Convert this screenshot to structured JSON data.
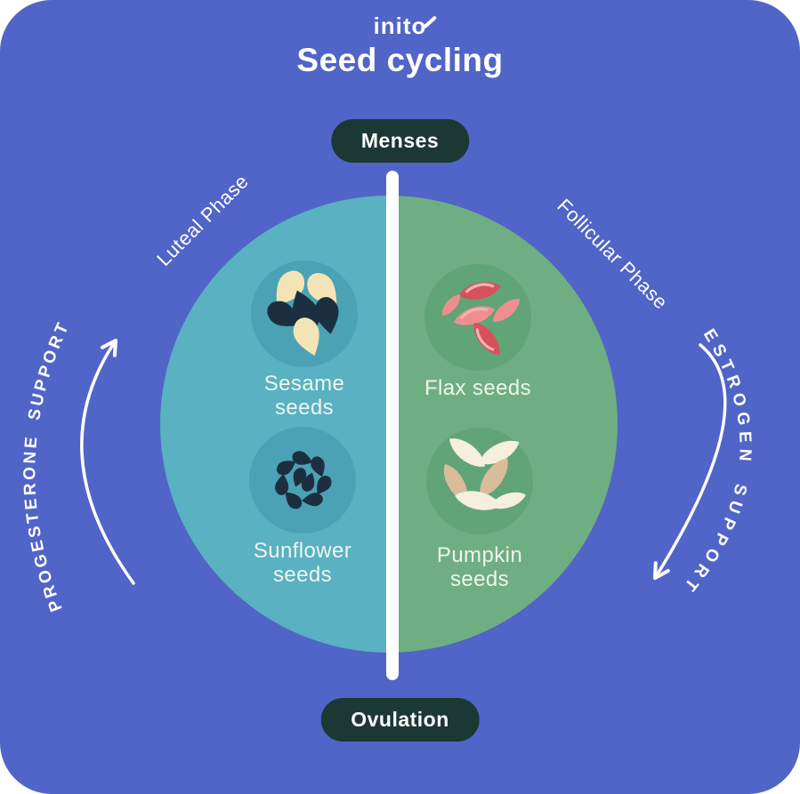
{
  "header": {
    "logo_text": "inito",
    "title": "Seed cycling"
  },
  "badges": {
    "top": "Menses",
    "bottom": "Ovulation"
  },
  "phase_labels": {
    "left": "Luteal Phase",
    "right": "Follicular Phase"
  },
  "support_labels": {
    "left": "PROGESTERONE SUPPORT",
    "right": "ESTROGEN SUPPORT"
  },
  "seeds": {
    "sesame": {
      "label": "Sesame\nseeds"
    },
    "flax": {
      "label": "Flax seeds"
    },
    "sunflower": {
      "label": "Sunflower\nseeds"
    },
    "pumpkin": {
      "label": "Pumpkin\nseeds"
    }
  },
  "colors": {
    "background": "#5164c7",
    "pill_bg": "#1c3834",
    "left_half": "#59b1c2",
    "left_inner": "#4aa2b4",
    "right_half": "#6fae82",
    "right_inner": "#61a476",
    "divider": "#ffffff",
    "text": "#ffffff",
    "label_text": "#eef5ee",
    "seed_cream": "#f4e4b5",
    "seed_dark": "#1c2f40",
    "flax_red": "#d8505b",
    "flax_pink": "#ee8f8f",
    "flax_hl": "#f4b0b0",
    "pumpkin_cream": "#f5efdc",
    "pumpkin_tan": "#d9bd9b"
  }
}
